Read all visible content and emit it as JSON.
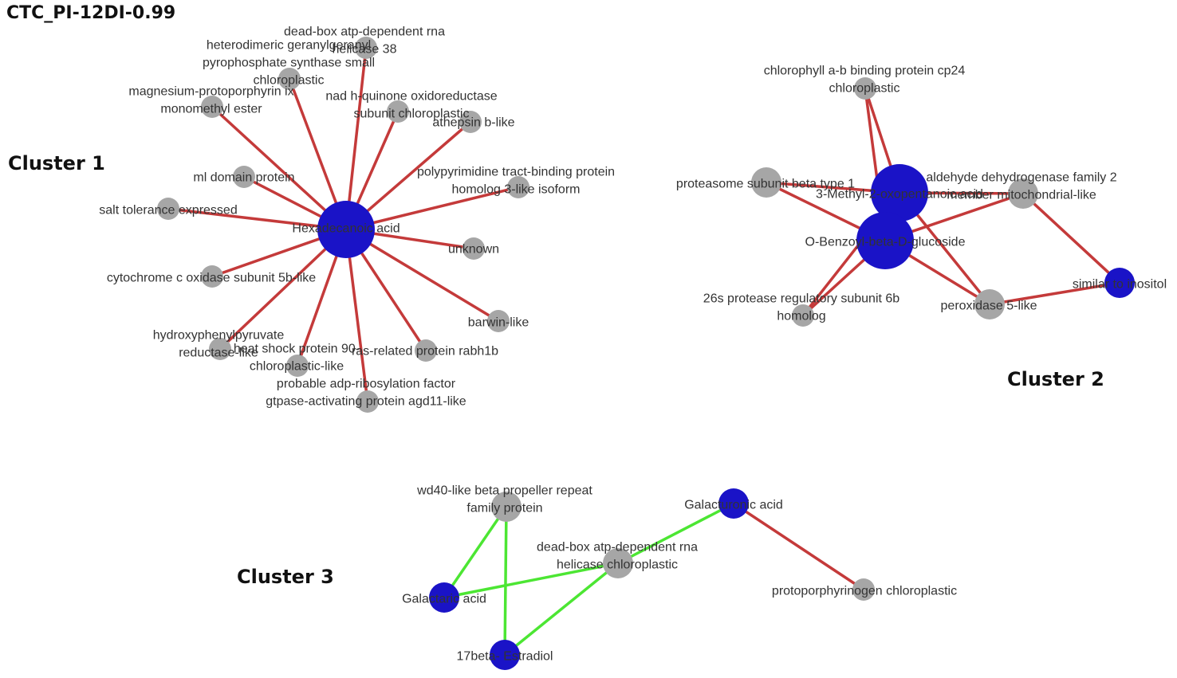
{
  "title": "CTC_PI-12DI-0.99",
  "colors": {
    "metabolite": "#1a13c7",
    "gene": "#a6a6a6",
    "edge_negative": "#c43a3a",
    "edge_positive": "#4ce633"
  },
  "clusters": [
    {
      "label": "Cluster 1",
      "nodes": [
        {
          "id": "c1_hexa",
          "type": "metabolite",
          "size": "large",
          "label": [
            "Hexadecanoic acid"
          ]
        },
        {
          "id": "c1_deadbox38",
          "type": "gene",
          "size": "small",
          "label": [
            "dead-box atp-dependent rna",
            "helicase 38"
          ]
        },
        {
          "id": "c1_geranyl",
          "type": "gene",
          "size": "small",
          "label": [
            "heterodimeric geranylgeranyl",
            "pyrophosphate synthase small",
            "chloroplastic"
          ]
        },
        {
          "id": "c1_magnesium",
          "type": "gene",
          "size": "small",
          "label": [
            "magnesium-protoporphyrin ix",
            "monomethyl ester"
          ]
        },
        {
          "id": "c1_nadh",
          "type": "gene",
          "size": "small",
          "label": [
            "nad h-quinone oxidoreductase",
            "subunit chloroplastic"
          ]
        },
        {
          "id": "c1_athepsin",
          "type": "gene",
          "size": "small",
          "label": [
            "athepsin b-like"
          ]
        },
        {
          "id": "c1_mldomain",
          "type": "gene",
          "size": "small",
          "label": [
            "ml domain protein"
          ]
        },
        {
          "id": "c1_polypyr",
          "type": "gene",
          "size": "small",
          "label": [
            "polypyrimidine tract-binding protein",
            "homolog 3-like isoform"
          ]
        },
        {
          "id": "c1_salt",
          "type": "gene",
          "size": "small",
          "label": [
            "salt tolerance expressed"
          ]
        },
        {
          "id": "c1_unknown",
          "type": "gene",
          "size": "small",
          "label": [
            "unknown"
          ]
        },
        {
          "id": "c1_cytc",
          "type": "gene",
          "size": "small",
          "label": [
            "cytochrome c oxidase subunit 5b-like"
          ]
        },
        {
          "id": "c1_barwin",
          "type": "gene",
          "size": "small",
          "label": [
            "barwin-like"
          ]
        },
        {
          "id": "c1_hydroxy",
          "type": "gene",
          "size": "small",
          "label": [
            "hydroxyphenylpyruvate",
            "reductase-like"
          ]
        },
        {
          "id": "c1_heatshock",
          "type": "gene",
          "size": "small",
          "label": [
            "heat shock protein 90-",
            "chloroplastic-like"
          ]
        },
        {
          "id": "c1_ras",
          "type": "gene",
          "size": "small",
          "label": [
            "ras-related protein rabh1b"
          ]
        },
        {
          "id": "c1_adp",
          "type": "gene",
          "size": "small",
          "label": [
            "probable adp-ribosylation factor",
            "gtpase-activating protein agd11-like"
          ]
        }
      ],
      "edges": [
        {
          "from": "c1_hexa",
          "to": "c1_deadbox38",
          "sign": "negative"
        },
        {
          "from": "c1_hexa",
          "to": "c1_geranyl",
          "sign": "negative"
        },
        {
          "from": "c1_hexa",
          "to": "c1_magnesium",
          "sign": "negative"
        },
        {
          "from": "c1_hexa",
          "to": "c1_nadh",
          "sign": "negative"
        },
        {
          "from": "c1_hexa",
          "to": "c1_athepsin",
          "sign": "negative"
        },
        {
          "from": "c1_hexa",
          "to": "c1_mldomain",
          "sign": "negative"
        },
        {
          "from": "c1_hexa",
          "to": "c1_polypyr",
          "sign": "negative"
        },
        {
          "from": "c1_hexa",
          "to": "c1_salt",
          "sign": "negative"
        },
        {
          "from": "c1_hexa",
          "to": "c1_unknown",
          "sign": "negative"
        },
        {
          "from": "c1_hexa",
          "to": "c1_cytc",
          "sign": "negative"
        },
        {
          "from": "c1_hexa",
          "to": "c1_barwin",
          "sign": "negative"
        },
        {
          "from": "c1_hexa",
          "to": "c1_hydroxy",
          "sign": "negative"
        },
        {
          "from": "c1_hexa",
          "to": "c1_heatshock",
          "sign": "negative"
        },
        {
          "from": "c1_hexa",
          "to": "c1_ras",
          "sign": "negative"
        },
        {
          "from": "c1_hexa",
          "to": "c1_adp",
          "sign": "negative"
        }
      ]
    },
    {
      "label": "Cluster 2",
      "nodes": [
        {
          "id": "c2_methyl",
          "type": "metabolite",
          "size": "large",
          "label": [
            "3-Methyl-2-oxopentanoic acid"
          ]
        },
        {
          "id": "c2_benzoyl",
          "type": "metabolite",
          "size": "large",
          "label": [
            "O-Benzoyl-beta-D-glucoside"
          ]
        },
        {
          "id": "c2_inositol",
          "type": "metabolite",
          "size": "medium",
          "label": [
            "similar to inositol"
          ]
        },
        {
          "id": "c2_chlorophyll",
          "type": "gene",
          "size": "small",
          "label": [
            "chlorophyll a-b binding protein cp24",
            "chloroplastic"
          ]
        },
        {
          "id": "c2_proteasome",
          "type": "gene",
          "size": "medium",
          "label": [
            "proteasome subunit beta type 1"
          ]
        },
        {
          "id": "c2_aldehyde",
          "type": "gene",
          "size": "medium",
          "label": [
            "aldehyde dehydrogenase family 2",
            "member mitochondrial-like"
          ]
        },
        {
          "id": "c2_26s",
          "type": "gene",
          "size": "small",
          "label": [
            "26s protease regulatory subunit 6b",
            "homolog"
          ]
        },
        {
          "id": "c2_peroxidase",
          "type": "gene",
          "size": "medium",
          "label": [
            "peroxidase 5-like"
          ]
        }
      ],
      "edges": [
        {
          "from": "c2_chlorophyll",
          "to": "c2_methyl",
          "sign": "negative"
        },
        {
          "from": "c2_chlorophyll",
          "to": "c2_benzoyl",
          "sign": "negative"
        },
        {
          "from": "c2_proteasome",
          "to": "c2_methyl",
          "sign": "negative"
        },
        {
          "from": "c2_proteasome",
          "to": "c2_benzoyl",
          "sign": "negative"
        },
        {
          "from": "c2_aldehyde",
          "to": "c2_methyl",
          "sign": "negative"
        },
        {
          "from": "c2_aldehyde",
          "to": "c2_benzoyl",
          "sign": "negative"
        },
        {
          "from": "c2_aldehyde",
          "to": "c2_inositol",
          "sign": "negative"
        },
        {
          "from": "c2_26s",
          "to": "c2_methyl",
          "sign": "negative"
        },
        {
          "from": "c2_26s",
          "to": "c2_benzoyl",
          "sign": "negative"
        },
        {
          "from": "c2_peroxidase",
          "to": "c2_methyl",
          "sign": "negative"
        },
        {
          "from": "c2_peroxidase",
          "to": "c2_benzoyl",
          "sign": "negative"
        },
        {
          "from": "c2_peroxidase",
          "to": "c2_inositol",
          "sign": "negative"
        }
      ]
    },
    {
      "label": "Cluster 3",
      "nodes": [
        {
          "id": "c3_galacturonic",
          "type": "metabolite",
          "size": "medium",
          "label": [
            "Galacturonic acid"
          ]
        },
        {
          "id": "c3_galactaric",
          "type": "metabolite",
          "size": "medium",
          "label": [
            "Galactaric acid"
          ]
        },
        {
          "id": "c3_estradiol",
          "type": "metabolite",
          "size": "medium",
          "label": [
            "17beta- Estradiol"
          ]
        },
        {
          "id": "c3_wd40",
          "type": "gene",
          "size": "medium",
          "label": [
            "wd40-like beta propeller repeat",
            "family protein"
          ]
        },
        {
          "id": "c3_deadbox",
          "type": "gene",
          "size": "medium",
          "label": [
            "dead-box atp-dependent rna",
            "helicase chloroplastic"
          ]
        },
        {
          "id": "c3_protopor",
          "type": "gene",
          "size": "small",
          "label": [
            "protoporphyrinogen chloroplastic"
          ]
        }
      ],
      "edges": [
        {
          "from": "c3_wd40",
          "to": "c3_galactaric",
          "sign": "positive"
        },
        {
          "from": "c3_wd40",
          "to": "c3_estradiol",
          "sign": "positive"
        },
        {
          "from": "c3_deadbox",
          "to": "c3_galactaric",
          "sign": "positive"
        },
        {
          "from": "c3_deadbox",
          "to": "c3_estradiol",
          "sign": "positive"
        },
        {
          "from": "c3_deadbox",
          "to": "c3_galacturonic",
          "sign": "positive"
        },
        {
          "from": "c3_galacturonic",
          "to": "c3_protopor",
          "sign": "negative"
        }
      ]
    }
  ]
}
